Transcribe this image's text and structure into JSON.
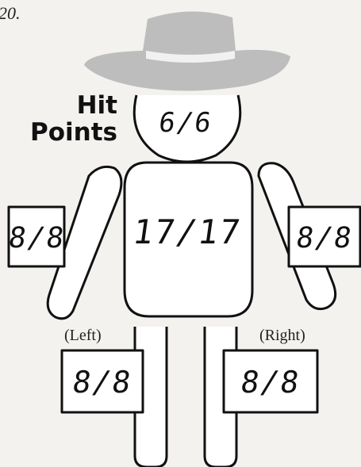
{
  "corner_text": "20.",
  "title": {
    "line1": "Hit",
    "line2": "Points"
  },
  "labels": {
    "left": "(Left)",
    "right": "(Right)"
  },
  "hit_points": {
    "head": "6/6",
    "torso": "17/17",
    "left_arm": "8/8",
    "right_arm": "8/8",
    "left_leg": "8/8",
    "right_leg": "8/8"
  },
  "colors": {
    "background": "#f3f2ee",
    "outline": "#111111",
    "hat": "#bdbdbd",
    "hat_band": "#f1f1f1"
  }
}
